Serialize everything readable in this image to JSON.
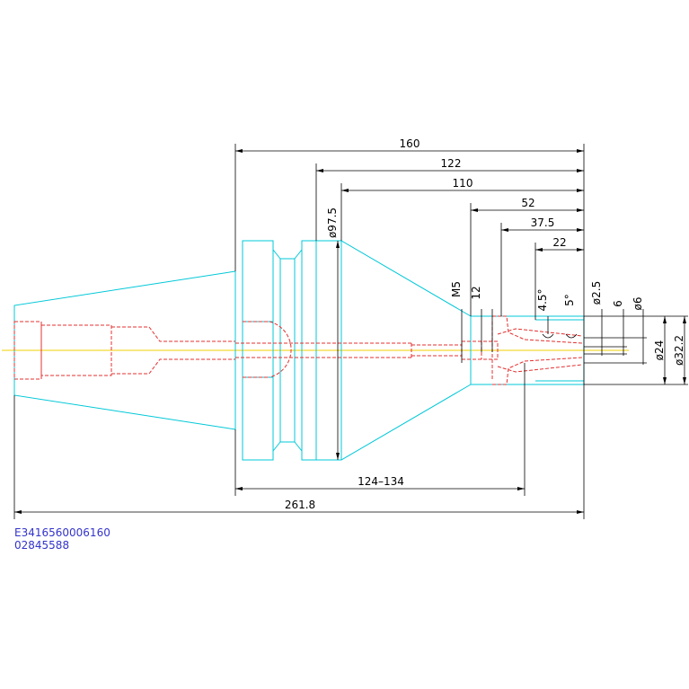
{
  "colors": {
    "outline": "#00c8d8",
    "hidden": "#e53030",
    "centerline": "#f0d000",
    "dimension": "#000000",
    "id_text": "#3333cc"
  },
  "dimensions": {
    "overall_160": "160",
    "len_122": "122",
    "len_110": "110",
    "len_52": "52",
    "len_37_5": "37.5",
    "len_22": "22",
    "dia_97_5": "ø97.5",
    "m5": "M5",
    "len_12": "12",
    "angle_4_5": "4.5°",
    "angle_5": "5°",
    "dia_2_5": "ø2.5",
    "len_6": "6",
    "dia_6": "ø6",
    "dia_24": "ø24",
    "dia_32_2": "ø32.2",
    "range_124_134": "124–134",
    "overall_261_8": "261.8"
  },
  "ids": {
    "part_number": "E3416560006160",
    "order_number": "02845588"
  }
}
